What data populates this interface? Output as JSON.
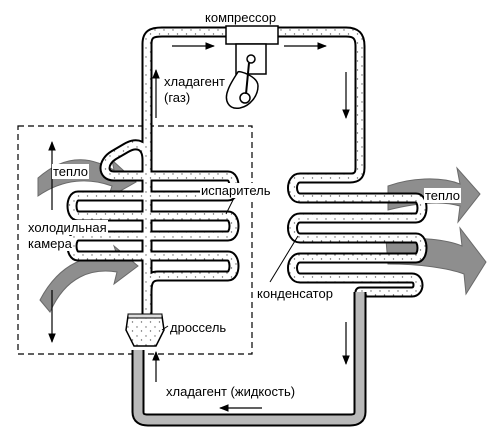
{
  "labels": {
    "compressor": "компрессор",
    "refrigerant_gas_1": "хладагент",
    "refrigerant_gas_2": "(газ)",
    "heat_left": "тепло",
    "evaporator": "испаритель",
    "heat_right": "тепло",
    "cold_chamber_1": "холодильная",
    "cold_chamber_2": "камера",
    "condenser": "конденсатор",
    "throttle": "дроссель",
    "refrigerant_liquid": "хладагент (жидкость)"
  },
  "colors": {
    "pipe_outline": "#000000",
    "pipe_fill": "#ffffff",
    "liquid_fill": "#b9b9b9",
    "heat_arrow": "#8a8a8a",
    "dashed_box": "#000000"
  },
  "icons": {
    "compressor": "compressor-icon",
    "throttle": "throttle-valve-icon"
  }
}
